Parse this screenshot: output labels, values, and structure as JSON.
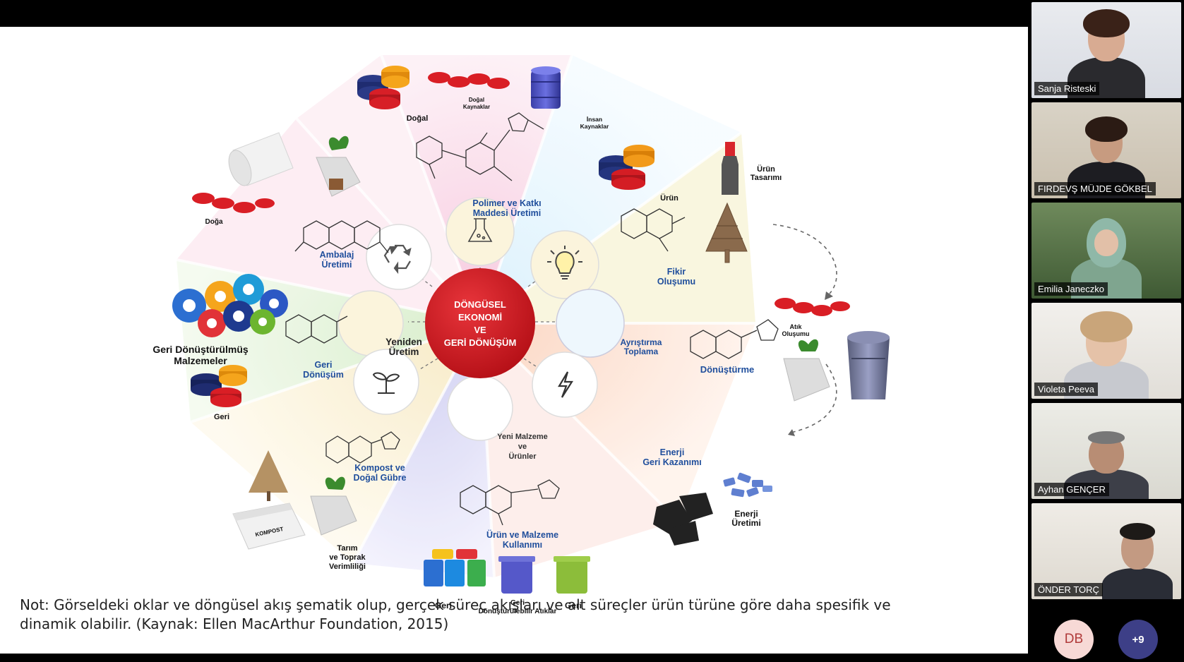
{
  "slide": {
    "center": {
      "lines": [
        "DÖNGÜSEL",
        "EKONOMİ",
        "VE",
        "GERİ DÖNÜŞÜM"
      ]
    },
    "stages": [
      {
        "lines": [
          "Polimer ve Katkı",
          "Maddesi Üretimi"
        ]
      },
      {
        "lines": [
          "Ambalaj",
          "Üretimi"
        ]
      },
      {
        "lines": [
          "Fikir",
          "Oluşumu"
        ]
      },
      {
        "lines": [
          "Yeniden",
          "Üretim"
        ]
      },
      {
        "lines": [
          "Ayrıştırma",
          "Toplama"
        ]
      },
      {
        "lines": [
          "Yeni Malzeme",
          "ve",
          "Ürünler"
        ]
      },
      {
        "lines": [
          "Geri",
          "Dönüşüm"
        ]
      },
      {
        "lines": [
          "Kompost ve",
          "Doğal Gübre"
        ]
      },
      {
        "lines": [
          "Enerji",
          "Geri Kazanımı"
        ]
      },
      {
        "lines": [
          "Ürün ve Malzeme",
          "Kullanımı"
        ]
      },
      {
        "lines": [
          "Dönüştürme"
        ]
      }
    ],
    "items": [
      {
        "lines": [
          "Doğal"
        ]
      },
      {
        "lines": [
          "Doğal",
          "Kaynaklar"
        ]
      },
      {
        "lines": [
          "İnsan",
          "Kaynaklar"
        ]
      },
      {
        "lines": [
          "Ürün",
          "Tasarımı"
        ]
      },
      {
        "lines": [
          "Ürün"
        ]
      },
      {
        "lines": [
          "Geri Dönüştürülmüş",
          "Malzemeler"
        ]
      },
      {
        "lines": [
          "Geri"
        ]
      },
      {
        "lines": [
          "Atık",
          "Oluşumu"
        ]
      },
      {
        "lines": [
          "Tarım",
          "ve Toprak",
          "Verimliliği"
        ]
      },
      {
        "lines": [
          "KOMPOST"
        ]
      },
      {
        "lines": [
          "Enerji",
          "Üretimi"
        ]
      },
      {
        "lines": [
          "Geri"
        ]
      },
      {
        "lines": [
          "Geri",
          "Dönüştürülebilir Atıklar"
        ]
      },
      {
        "lines": [
          "Geri"
        ]
      },
      {
        "lines": [
          "Doğa"
        ]
      }
    ],
    "icons": [
      "recycle-icon",
      "lightbulb-icon",
      "flask-icon",
      "sprout-icon",
      "lightning-icon"
    ],
    "note_line1": "Not: Görseldeki oklar ve döngüsel akış şematik olup, gerçek süreç akışları ve alt süreçler ürün türüne göre daha spesifik ve",
    "note_line2": "dinamik olabilir. (Kaynak: Ellen MacArthur Foundation, 2015)"
  },
  "participants": [
    {
      "name": "Sanja Risteski",
      "active": true
    },
    {
      "name": "FIRDEVŞ MÜJDE GÖKBEL"
    },
    {
      "name": "Emilia Janeczko"
    },
    {
      "name": "Violeta Peeva"
    },
    {
      "name": "Ayhan GENÇER"
    },
    {
      "name": "ÖNDER TORÇ"
    }
  ],
  "roster": {
    "initials": "DB",
    "more": "+9"
  },
  "colors": {
    "center": "#c8161d",
    "label_blue": "#1f4e9c",
    "active_border": "#7b83eb"
  }
}
